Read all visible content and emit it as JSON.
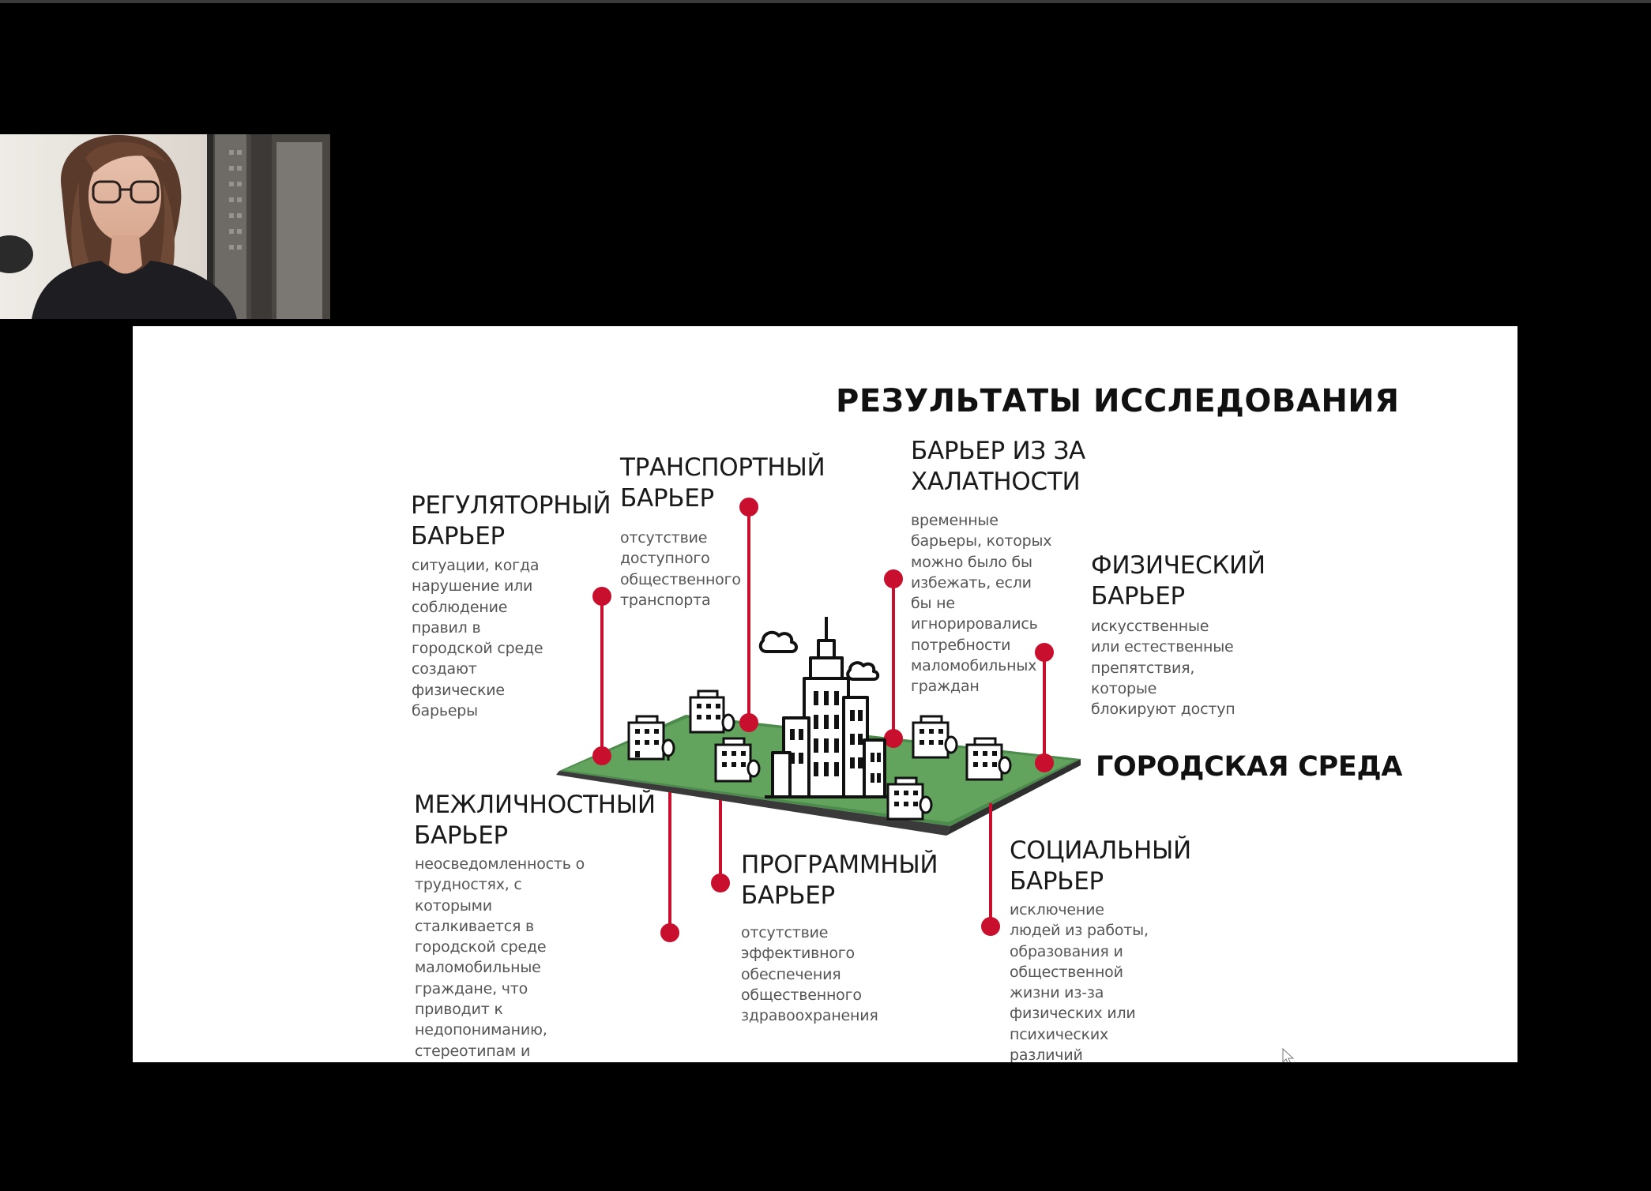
{
  "slide": {
    "title": "РЕЗУЛЬТАТЫ ИССЛЕДОВАНИЯ",
    "environment_label": "ГОРОДСКАЯ СРЕДА",
    "accent_color": "#c8102e",
    "platform_color": "#5c9e5a",
    "barriers": {
      "regulatory": {
        "title": "РЕГУЛЯТОРНЫЙ\nБАРЬЕР",
        "description": "ситуации, когда\nнарушение или\nсоблюдение\nправил в\nгородской среде\nсоздают\nфизические\nбарьеры"
      },
      "transport": {
        "title": "ТРАНСПОРТНЫЙ\nБАРЬЕР",
        "description": "отсутствие\nдоступного\nобщественного\nтранспорта"
      },
      "negligence": {
        "title": "БАРЬЕР ИЗ ЗА\nХАЛАТНОСТИ",
        "description": "временные\nбарьеры, которых\nможно было бы\nизбежать, если\nбы не\nигнорировались\nпотребности\nмаломобильных\nграждан"
      },
      "physical": {
        "title": "ФИЗИЧЕСКИЙ\nБАРЬЕР",
        "description": "искусственные\nили естественные\nпрепятствия,\nкоторые\nблокируют доступ"
      },
      "interpersonal": {
        "title": "МЕЖЛИЧНОСТНЫЙ\nБАРЬЕР",
        "description": "неосведомленность о\nтрудностях, с\nкоторыми\nсталкивается в\nгородской среде\nмаломобильные\nграждане, что\nприводит к\nнедопониманию,\nстереотипам и"
      },
      "program": {
        "title": "ПРОГРАММНЫЙ\nБАРЬЕР",
        "description": "отсутствие\nэффективного\nобеспечения\nобщественного\nздравоохранения"
      },
      "social": {
        "title": "СОЦИАЛЬНЫЙ\nБАРЬЕР",
        "description": "исключение\nлюдей из работы,\nобразования и\nобщественной\nжизни из-за\nфизических или\nпсихических\nразличий"
      }
    }
  },
  "icons": {
    "webcam": "webcam-presenter-video",
    "city": "skyscraper-city-icon",
    "buildings": "small-building-icon",
    "cloud": "cloud-icon",
    "cursor": "mouse-cursor-icon"
  }
}
